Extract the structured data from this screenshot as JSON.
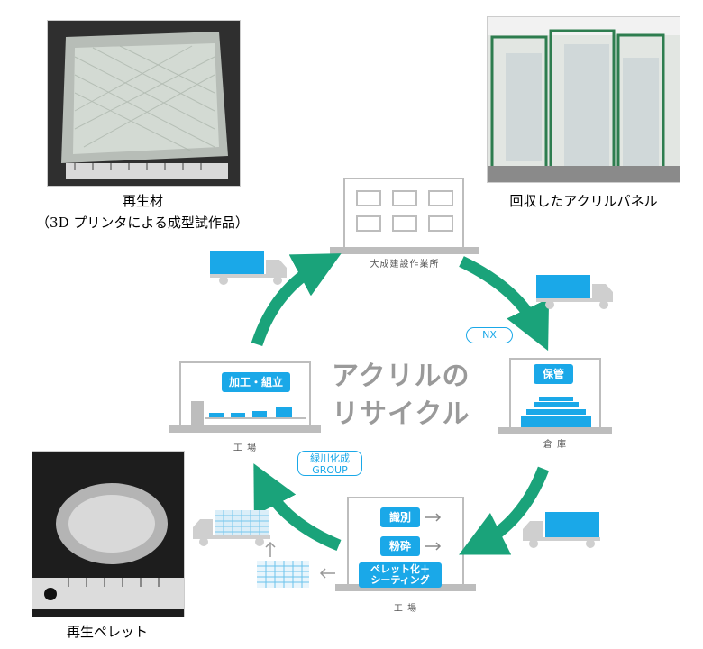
{
  "captions": {
    "recycled_material_line1": "再生材",
    "recycled_material_line2": "（3D プリンタによる成型試作品）",
    "collected_panels": "回収したアクリルパネル",
    "recycled_pellets": "再生ペレット"
  },
  "nodes": {
    "taisei_office": "大成建設作業所",
    "warehouse_label": "倉 庫",
    "warehouse_storage": "保管",
    "factory_bottom_label": "工 場",
    "factory_left_label": "工 場",
    "process_assembly": "加工・組立",
    "process_identify": "識別",
    "process_crush": "粉砕",
    "process_pellet_line1": "ペレット化＋",
    "process_pellet_line2": "シーティング"
  },
  "badges": {
    "nx": "NX",
    "midorikawa_line1": "緑川化成",
    "midorikawa_line2": "GROUP"
  },
  "center_title": {
    "line1": "アクリルの",
    "line2": "リサイクル"
  },
  "colors": {
    "arrow_green": "#1aa37a",
    "accent_blue": "#1aa8e8",
    "building_gray": "#bdbdbd",
    "title_gray": "#9a9a9a"
  }
}
